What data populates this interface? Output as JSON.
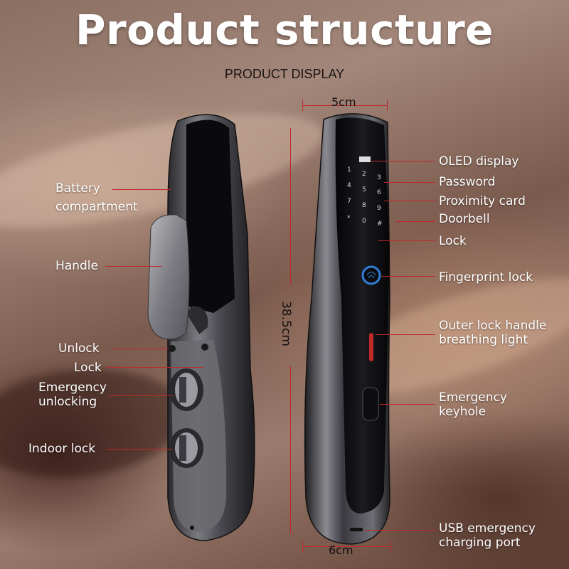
{
  "title": "Product structure",
  "subtitle": "PRODUCT DISPLAY",
  "dimensions": {
    "top_width": "5cm",
    "height": "38.5cm",
    "bottom_width": "6cm"
  },
  "left_labels": {
    "battery_line1": "Battery",
    "battery_line2": "compartment",
    "handle": "Handle",
    "unlock": "Unlock",
    "lock": "Lock",
    "emergency_line1": "Emergency",
    "emergency_line2": "unlocking",
    "indoor_lock": "Indoor lock"
  },
  "right_labels": {
    "oled": "OLED display",
    "password": "Password",
    "proximity": "Proximity card",
    "doorbell": "Doorbell",
    "lock": "Lock",
    "fingerprint": "Fingerprint lock",
    "outer_line1": "Outer lock handle",
    "outer_line2": "breathing light",
    "keyhole_line1": "Emergency",
    "keyhole_line2": "keyhole",
    "usb_line1": "USB emergency",
    "usb_line2": "charging port"
  },
  "keypad": {
    "keys": [
      "1",
      "2",
      "3",
      "4",
      "5",
      "6",
      "7",
      "8",
      "9",
      "*",
      "0",
      "#"
    ]
  },
  "colors": {
    "accent_line": "#c0282a",
    "label_text": "#ffffff",
    "fingerprint_ring": "#2f7fd6"
  }
}
